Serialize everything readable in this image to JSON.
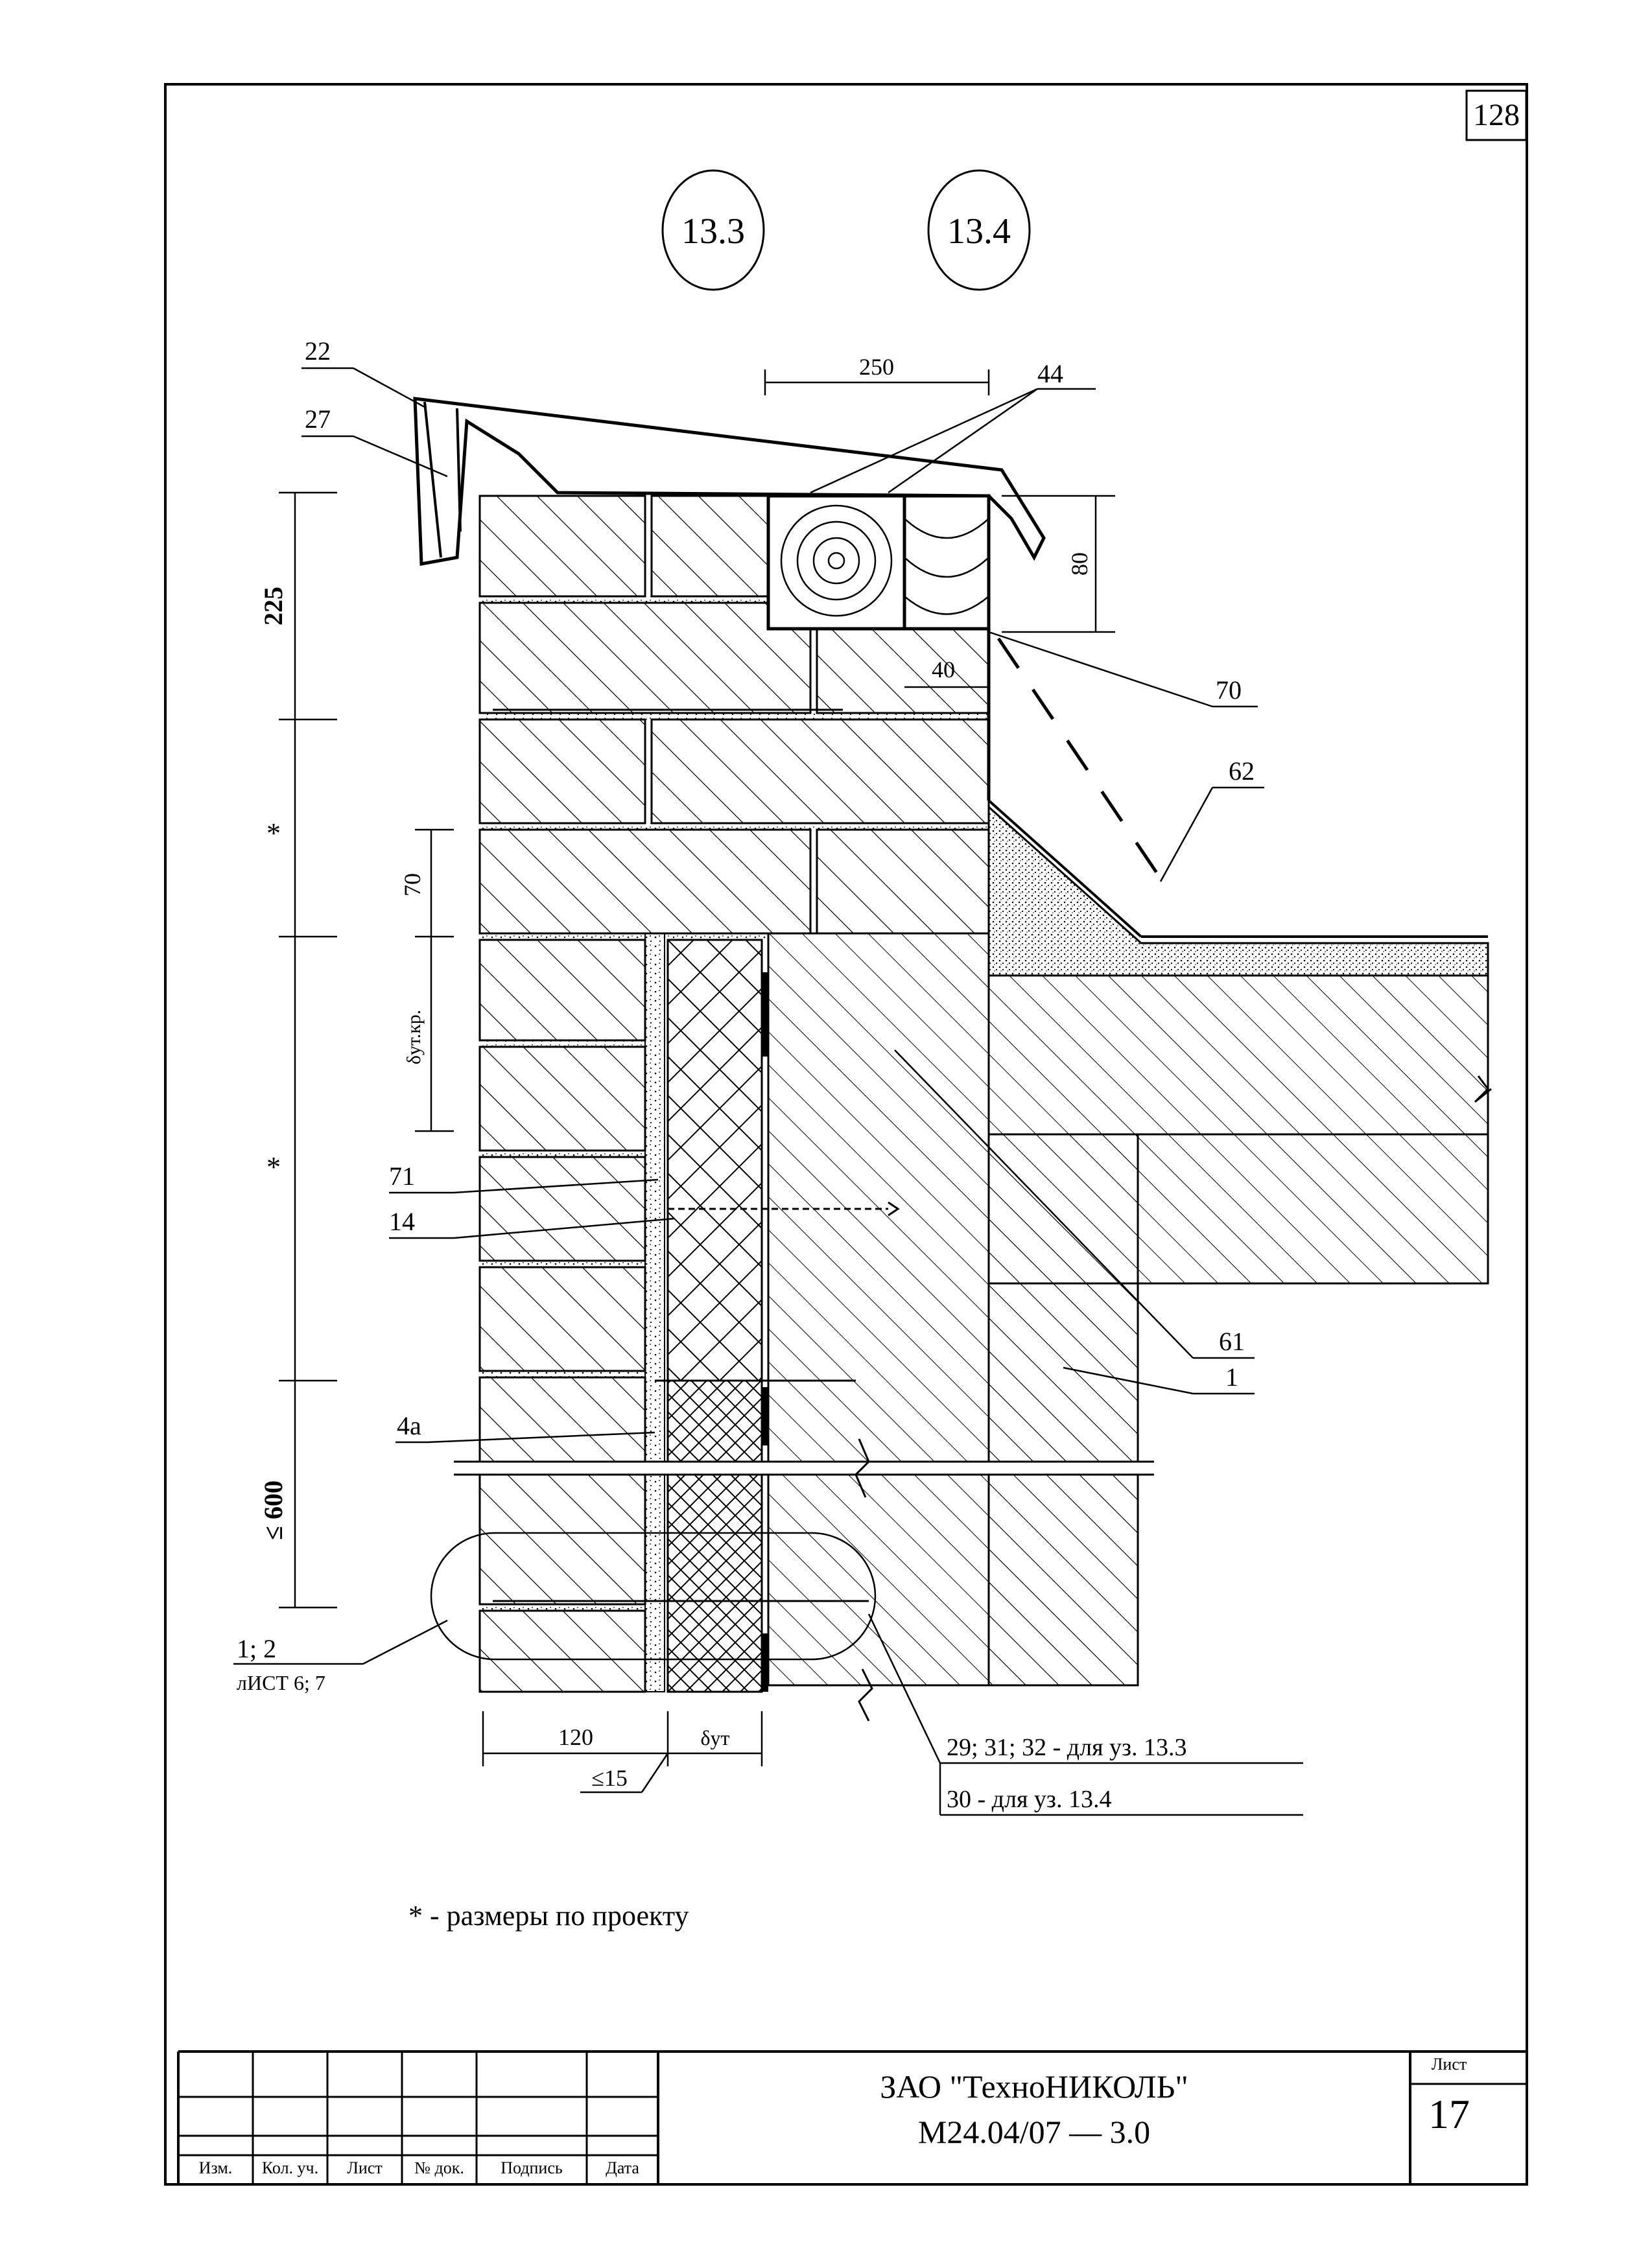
{
  "page_number": "128",
  "node_refs": [
    "13.3",
    "13.4"
  ],
  "callouts": {
    "c22": "22",
    "c27": "27",
    "c44": "44",
    "c70": "70",
    "c62": "62",
    "c71": "71",
    "c14": "14",
    "c61": "61",
    "c1": "1",
    "c4a": "4а",
    "ref_sheets_line1": "1; 2",
    "ref_sheets_line2": "лИСТ 6; 7",
    "note_node33": "29; 31; 32 - для уз. 13.3",
    "note_node34": "30 - для уз. 13.4"
  },
  "dimensions": {
    "d250": "250",
    "d80": "80",
    "d40": "40",
    "d225": "225",
    "star1": "*",
    "star2": "*",
    "d70": "70",
    "d_ins_edge": "δут.кр.",
    "d600": "≤ 600",
    "d120": "120",
    "d_ins": "δут",
    "d15": "≤15"
  },
  "footnote": "* - размеры по проекту",
  "title_block": {
    "col_labels": [
      "Изм.",
      "Кол. уч.",
      "Лист",
      "№ док.",
      "Подпись",
      "Дата"
    ],
    "company": "ЗАО \"ТехноНИКОЛЬ\"",
    "code": "М24.04/07  —  3.0",
    "sheet_label": "Лист",
    "sheet_number": "17"
  }
}
